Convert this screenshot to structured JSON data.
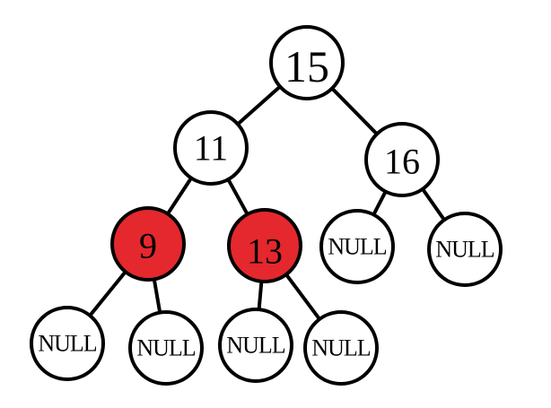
{
  "diagram": {
    "nodes": [
      {
        "id": "n15",
        "label": "15",
        "color": "black"
      },
      {
        "id": "n11",
        "label": "11",
        "color": "black"
      },
      {
        "id": "n16",
        "label": "16",
        "color": "black"
      },
      {
        "id": "n9",
        "label": "9",
        "color": "red"
      },
      {
        "id": "n13",
        "label": "13",
        "color": "red"
      },
      {
        "id": "n16L",
        "label": "NULL",
        "color": "black"
      },
      {
        "id": "n16R",
        "label": "NULL",
        "color": "black"
      },
      {
        "id": "n9L",
        "label": "NULL",
        "color": "black"
      },
      {
        "id": "n9R",
        "label": "NULL",
        "color": "black"
      },
      {
        "id": "n13L",
        "label": "NULL",
        "color": "black"
      },
      {
        "id": "n13R",
        "label": "NULL",
        "color": "black"
      }
    ],
    "edges": [
      {
        "from": "n15",
        "to": "n11"
      },
      {
        "from": "n15",
        "to": "n16"
      },
      {
        "from": "n11",
        "to": "n9"
      },
      {
        "from": "n11",
        "to": "n13"
      },
      {
        "from": "n16",
        "to": "n16L"
      },
      {
        "from": "n16",
        "to": "n16R"
      },
      {
        "from": "n9",
        "to": "n9L"
      },
      {
        "from": "n9",
        "to": "n9R"
      },
      {
        "from": "n13",
        "to": "n13L"
      },
      {
        "from": "n13",
        "to": "n13R"
      }
    ],
    "colors": {
      "red_node": "#e4282d",
      "black_node": "#ffffff",
      "stroke": "#000000"
    }
  }
}
